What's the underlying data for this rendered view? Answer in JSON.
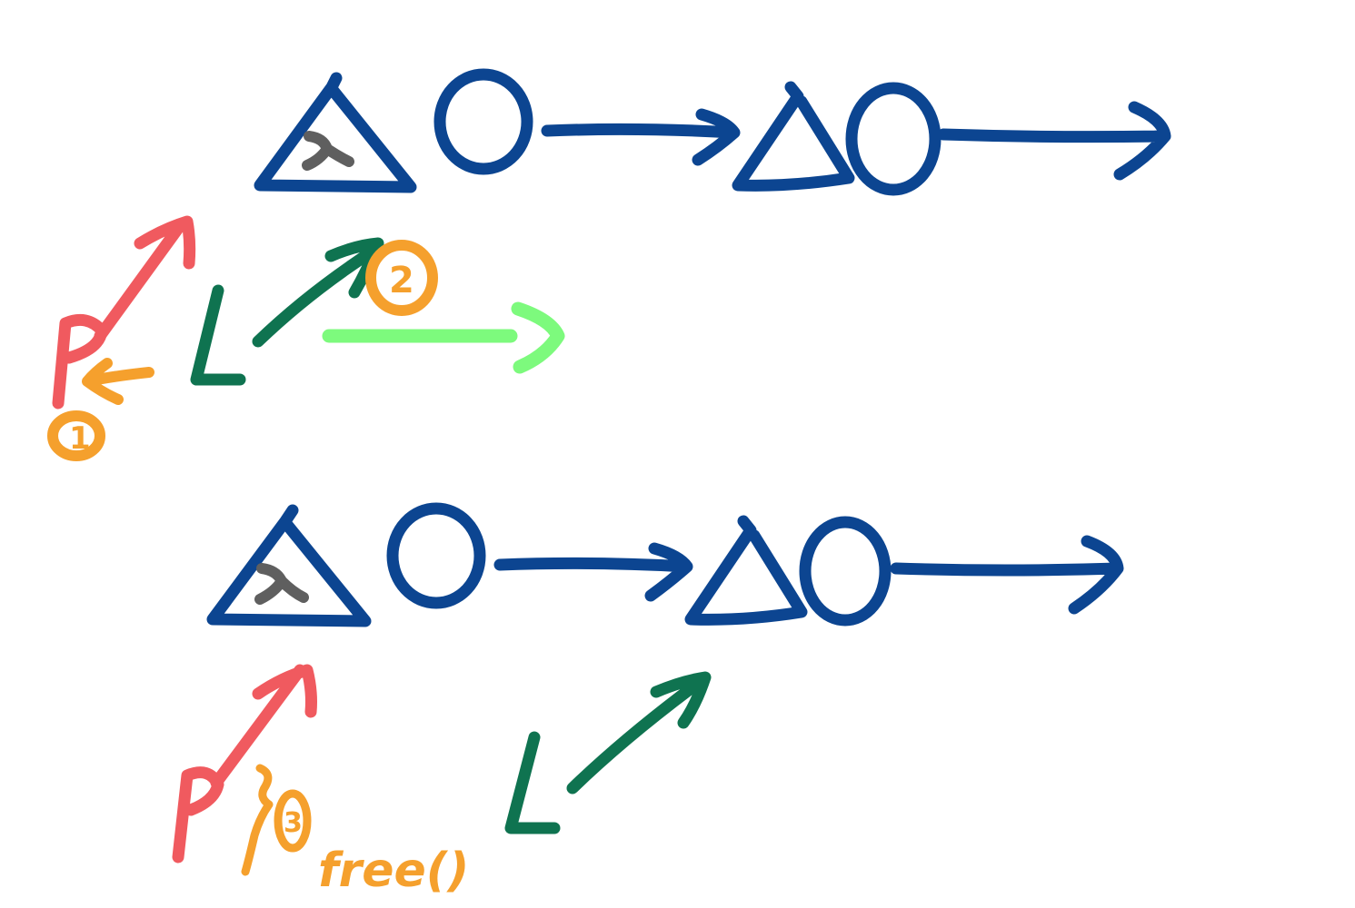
{
  "colors": {
    "background": "#ffffff",
    "node": "#0c4591",
    "mark": "#5f5f5f",
    "pointer_p": "#f05a5f",
    "pointer_l": "#0f7350",
    "move_arrow": "#7dfa7d",
    "step_annotation": "#f5a02d"
  },
  "top_diagram": {
    "node1_mark": "x",
    "pointer_p_label": "p",
    "pointer_l_label": "L",
    "step1": "1",
    "step2": "2"
  },
  "bottom_diagram": {
    "node1_mark": "x",
    "pointer_p_label": "p",
    "pointer_l_label": "L",
    "step3": "3",
    "step3_action": "free()"
  }
}
